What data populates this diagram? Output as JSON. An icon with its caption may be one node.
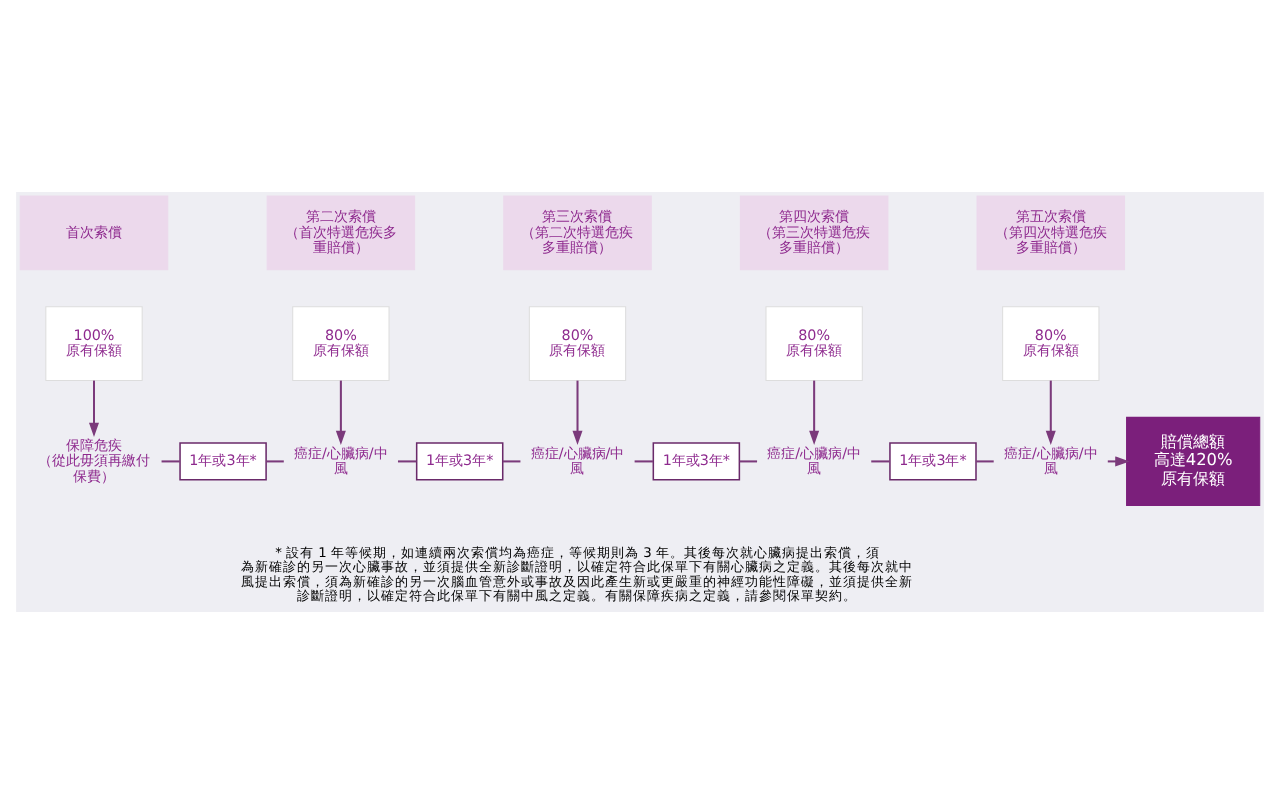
{
  "diagram": {
    "nodes": [
      {
        "text": [
          "首次索償"
        ]
      },
      {
        "text": [
          "第二次索償",
          "（首次特選危疾多重賠償）"
        ]
      },
      {
        "text": [
          "第三次索償",
          "（第二次特選危疾多重賠償）"
        ]
      },
      {
        "text": [
          "第四次索償",
          "（第三次特選危疾多重賠償）"
        ]
      },
      {
        "text": [
          "第五次索償",
          "（第四次特選危疾多重賠償）"
        ]
      },
      {
        "text": [
          "100%",
          "原有保額"
        ]
      },
      {
        "text": [
          "80%",
          "原有保額"
        ]
      },
      {
        "text": [
          "80%",
          "原有保額"
        ]
      },
      {
        "text": [
          "80%",
          "原有保額"
        ]
      },
      {
        "text": [
          "80%",
          "原有保額"
        ]
      },
      {
        "text": [
          "保障危疾",
          "（從此毋須再繳付保費）"
        ]
      },
      {
        "text": [
          "1年或3年*"
        ]
      },
      {
        "text": [
          "癌症/心臟病/中風"
        ]
      },
      {
        "text": [
          "1年或3年*"
        ]
      },
      {
        "text": [
          "癌症/心臟病/中風"
        ]
      },
      {
        "text": [
          "1年或3年*"
        ]
      },
      {
        "text": [
          "癌症/心臟病/中風"
        ]
      },
      {
        "text": [
          "1年或3年*"
        ]
      },
      {
        "text": [
          "癌症/心臟病/中風"
        ]
      },
      {
        "text": [
          "賠償總額",
          "高達420%",
          "原有保額"
        ]
      }
    ],
    "edges": [
      {
        "from": 5,
        "to": 10,
        "arrow": "to"
      },
      {
        "from": 6,
        "to": 12,
        "arrow": "to"
      },
      {
        "from": 7,
        "to": 14,
        "arrow": "to"
      },
      {
        "from": 8,
        "to": 16,
        "arrow": "to"
      },
      {
        "from": 9,
        "to": 18,
        "arrow": "to"
      },
      {
        "from": 10,
        "to": 11,
        "arrow": "none"
      },
      {
        "from": 11,
        "to": 12,
        "arrow": "none"
      },
      {
        "from": 12,
        "to": 13,
        "arrow": "none"
      },
      {
        "from": 13,
        "to": 14,
        "arrow": "none"
      },
      {
        "from": 14,
        "to": 15,
        "arrow": "none"
      },
      {
        "from": 15,
        "to": 16,
        "arrow": "none"
      },
      {
        "from": 16,
        "to": 17,
        "arrow": "none"
      },
      {
        "from": 17,
        "to": 18,
        "arrow": "none"
      },
      {
        "from": 18,
        "to": 19,
        "arrow": "to"
      }
    ],
    "labels": [
      "* 設有 1 年等候期，如連續兩次索償均為癌症，等候期則為 3 年。其後每次就心臟病提出索償，須為新確診的另一次心臟事故，並須提供全新診斷證明，以確定符合此保單下有關心臟病之定義。其後每次就中風提出索償，須為新確診的另一次腦血管意外或事故及因此產生新或更嚴重的神經功能性障礙，並須提供全新診斷證明，以確定符合此保單下有關中風之定義。有關保障疾病之定義，請參閱保單契約。"
    ]
  }
}
